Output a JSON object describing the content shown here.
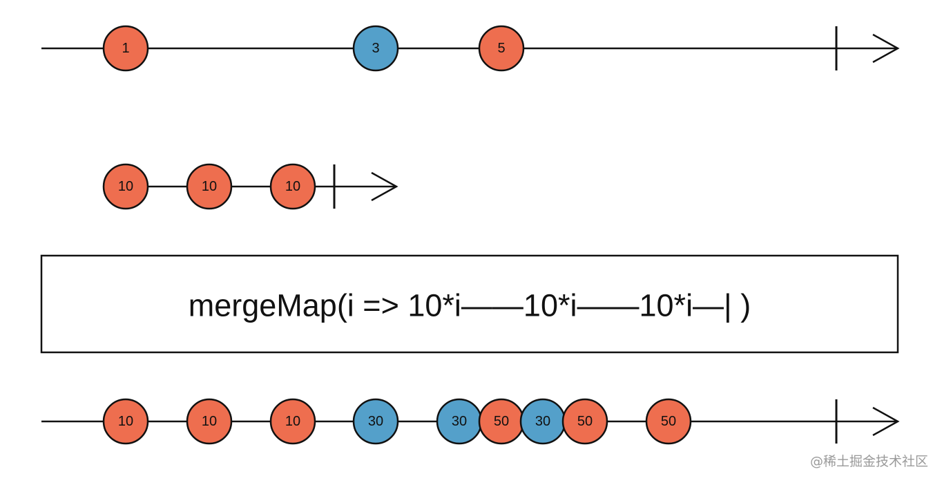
{
  "colors": {
    "orange": "#ee6e4f",
    "blue": "#54a0ca",
    "stroke": "#111111"
  },
  "source": {
    "marbles": [
      {
        "label": "1",
        "color": "orange"
      },
      {
        "label": "3",
        "color": "blue"
      },
      {
        "label": "5",
        "color": "orange"
      }
    ]
  },
  "inner": {
    "marbles": [
      {
        "label": "10",
        "color": "orange"
      },
      {
        "label": "10",
        "color": "orange"
      },
      {
        "label": "10",
        "color": "orange"
      }
    ]
  },
  "operator": {
    "label": "mergeMap(i => 10*i——10*i——10*i—| )"
  },
  "output": {
    "marbles": [
      {
        "label": "10",
        "color": "orange"
      },
      {
        "label": "10",
        "color": "orange"
      },
      {
        "label": "10",
        "color": "orange"
      },
      {
        "label": "30",
        "color": "blue"
      },
      {
        "label": "30",
        "color": "blue"
      },
      {
        "label": "50",
        "color": "orange"
      },
      {
        "label": "30",
        "color": "blue"
      },
      {
        "label": "50",
        "color": "orange"
      },
      {
        "label": "50",
        "color": "orange"
      }
    ]
  },
  "watermark": "@稀土掘金技术社区"
}
